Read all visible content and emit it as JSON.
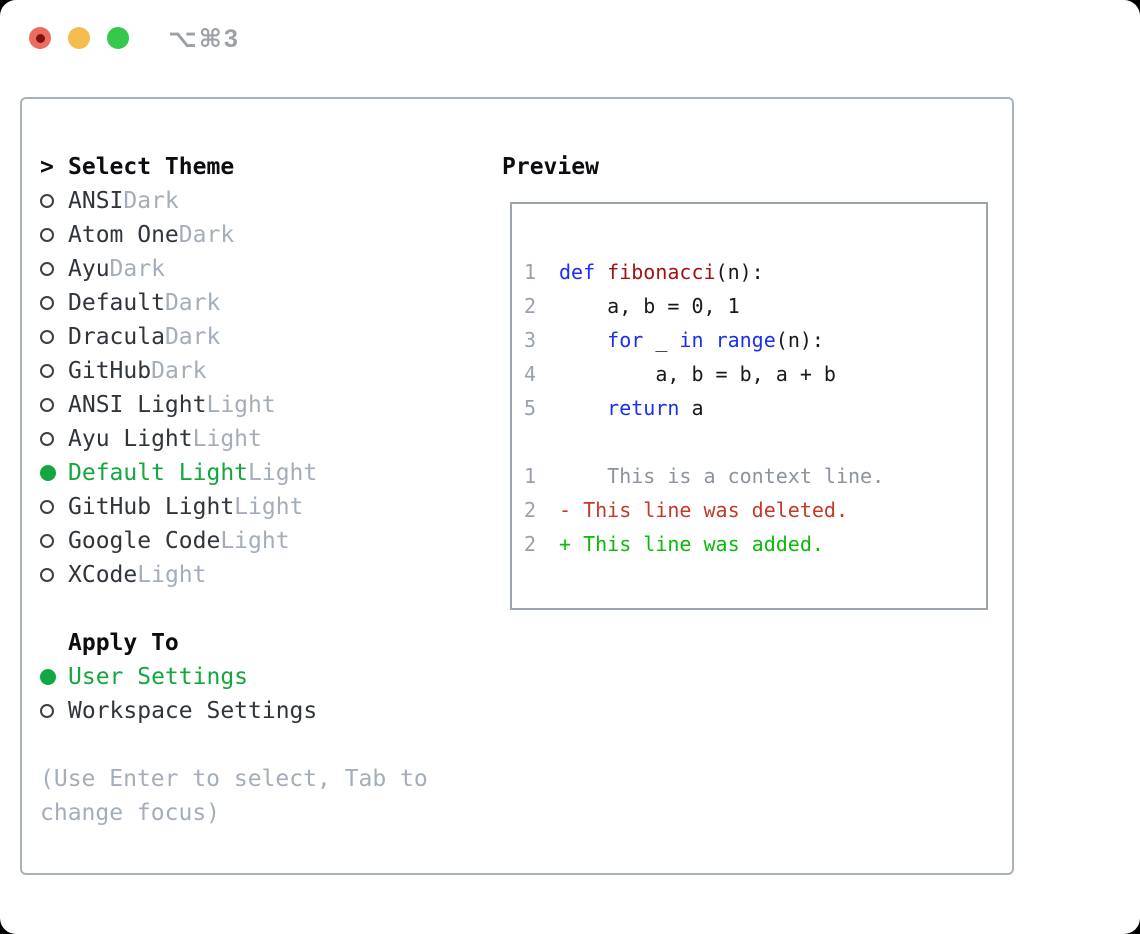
{
  "titlebar": {
    "shortcut": "⌥⌘3"
  },
  "panel": {
    "theme_section": {
      "prompt": ">",
      "title": "Select Theme",
      "options": [
        {
          "name": "ANSI",
          "variant": "Dark",
          "selected": false
        },
        {
          "name": "Atom One",
          "variant": "Dark",
          "selected": false
        },
        {
          "name": "Ayu",
          "variant": "Dark",
          "selected": false
        },
        {
          "name": "Default",
          "variant": "Dark",
          "selected": false
        },
        {
          "name": "Dracula",
          "variant": "Dark",
          "selected": false
        },
        {
          "name": "GitHub",
          "variant": "Dark",
          "selected": false
        },
        {
          "name": "ANSI Light",
          "variant": "Light",
          "selected": false
        },
        {
          "name": "Ayu Light",
          "variant": "Light",
          "selected": false
        },
        {
          "name": "Default Light",
          "variant": "Light",
          "selected": true
        },
        {
          "name": "GitHub Light",
          "variant": "Light",
          "selected": false
        },
        {
          "name": "Google Code",
          "variant": "Light",
          "selected": false
        },
        {
          "name": "XCode",
          "variant": "Light",
          "selected": false
        }
      ]
    },
    "apply_section": {
      "title": "Apply To",
      "options": [
        {
          "label": "User Settings",
          "selected": true
        },
        {
          "label": "Workspace Settings",
          "selected": false
        }
      ]
    },
    "hint": "(Use Enter to select, Tab to change focus)"
  },
  "preview": {
    "title": "Preview",
    "code_lines": [
      {
        "num": "1",
        "kind": "code",
        "tokens": [
          [
            "kw",
            "def"
          ],
          [
            "pl",
            " "
          ],
          [
            "fn",
            "fibonacci"
          ],
          [
            "pl",
            "(n):"
          ]
        ]
      },
      {
        "num": "2",
        "kind": "code",
        "tokens": [
          [
            "pl",
            "    a, b = 0, 1"
          ]
        ]
      },
      {
        "num": "3",
        "kind": "code",
        "tokens": [
          [
            "pl",
            "    "
          ],
          [
            "kw",
            "for"
          ],
          [
            "pl",
            " _ "
          ],
          [
            "kw",
            "in"
          ],
          [
            "pl",
            " "
          ],
          [
            "kw",
            "range"
          ],
          [
            "pl",
            "(n):"
          ]
        ]
      },
      {
        "num": "4",
        "kind": "code",
        "tokens": [
          [
            "pl",
            "        a, b = b, a + b"
          ]
        ]
      },
      {
        "num": "5",
        "kind": "code",
        "tokens": [
          [
            "pl",
            "    "
          ],
          [
            "kw",
            "return"
          ],
          [
            "pl",
            " a"
          ]
        ]
      },
      {
        "num": "",
        "kind": "blank",
        "tokens": []
      },
      {
        "num": "1",
        "kind": "context",
        "tokens": [
          [
            "ctx",
            "    This is a context line."
          ]
        ]
      },
      {
        "num": "2",
        "kind": "deleted",
        "tokens": [
          [
            "del",
            "- This line was deleted."
          ]
        ]
      },
      {
        "num": "2",
        "kind": "added",
        "tokens": [
          [
            "add",
            "+ This line was added."
          ]
        ]
      }
    ]
  },
  "colors": {
    "keyword": "#1b2ff0",
    "function": "#a31212",
    "plain": "#17191d",
    "context": "#8b939e",
    "deleted": "#c23a28",
    "added": "#0abb0a",
    "selected": "#14a63f",
    "muted": "#a4aeba",
    "text": "#30353c",
    "border": "#a9b2bc",
    "traffic_red": "#ec6a5e",
    "traffic_yellow": "#f5bd50",
    "traffic_green": "#35c84b"
  }
}
